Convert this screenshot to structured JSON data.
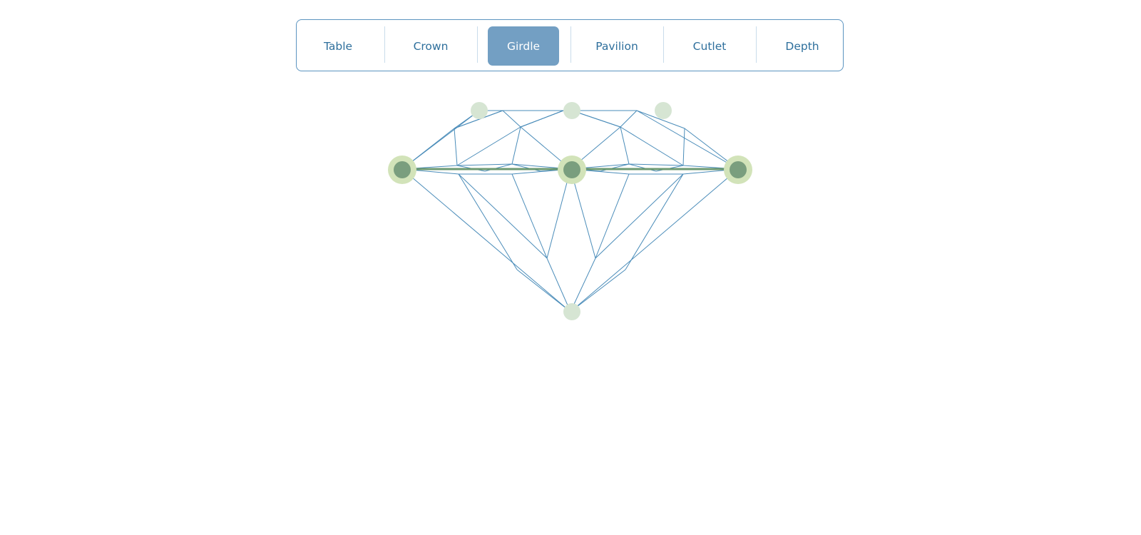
{
  "tabs": [
    {
      "id": "table",
      "label": "Table",
      "active": false
    },
    {
      "id": "crown",
      "label": "Crown",
      "active": false
    },
    {
      "id": "girdle",
      "label": "Girdle",
      "active": true
    },
    {
      "id": "pavilion",
      "label": "Pavilion",
      "active": false
    },
    {
      "id": "cutlet",
      "label": "Cutlet",
      "active": false
    },
    {
      "id": "depth",
      "label": "Depth",
      "active": false
    }
  ],
  "colors": {
    "accent": "#739fc3",
    "tab_text": "#2e6f9c",
    "border": "#5b94c0",
    "facet_line": "#4a8cb9",
    "highlight_line": "#6d9a72",
    "marker_active": "#7a9e7e",
    "marker_active_halo": "#d2e3b9",
    "marker_inactive": "#d6e5d3"
  },
  "diagram": {
    "subject": "diamond-side-profile",
    "highlighted_part": "girdle"
  }
}
